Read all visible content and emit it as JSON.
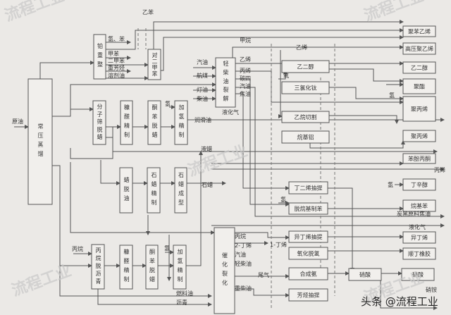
{
  "boxes": {
    "atmospheric_distillation": "常压蒸馏",
    "platforming": "铂重整",
    "paraxylene": "对二甲苯",
    "light_diesel_cracking": "轻柴油裂解",
    "molecular_sieve_dewaxing": "分子筛脱蜡",
    "furfural_refining_1": "糠醛精制",
    "ketone_benzene_dewaxing_1": "酮苯脱蜡",
    "hydrofinishing_1": "加氢精制",
    "wax_deoiling": "蜡脱油",
    "paraffin_refining": "石蜡精制",
    "paraffin_molding": "石蜡成型",
    "propane_deasphalting": "丙烷脱沥青",
    "furfural_refining_2": "糠醛精制",
    "ketone_benzene_dewaxing_2": "酮苯脱蜡",
    "hydrofinishing_2": "加氢精制",
    "catalytic_cracking": "催化裂化",
    "ethylene_glycol_mid": "乙二醇",
    "titanium_trichloride": "三氯化钛",
    "ethane_cutting": "乙烷切割",
    "alkyl_aluminum": "烷基铝",
    "butadiene_extraction": "丁二烯抽提",
    "dealkylation_benzene": "脱烷基制苯",
    "isobutylene_extraction": "异丁烯抽提",
    "oxidative_dehydrogenation": "氧化脱氢",
    "ammonia_synthesis": "合成氨",
    "aromatics_extraction": "芳烃抽提",
    "nitric_acid": "硝酸",
    "ammonium_nitrate_box": "硝酸",
    "polystyrene": "聚苯乙烯",
    "hdpe": "高压聚乙烯",
    "ethylene_glycol": "乙二醇",
    "polyester": "聚酯",
    "polypropylene": "聚丙烯",
    "polyacrylonitrile": "聚丙烯",
    "phenol_acetone": "苯酚丙酮",
    "butyl_octyl_alcohol": "丁辛醇",
    "alkylbenzene": "烷基苯",
    "isobutylene": "异丁烯",
    "cis_butadiene_rubber": "顺丁橡胶"
  },
  "labels": {
    "ethylbenzene": "乙苯",
    "hydrogen_benzene": "氢、苯",
    "toluene": "甲苯",
    "xylene": "二甲苯",
    "heavy_aromatics": "重芳烃",
    "solvent_oil": "溶剂油",
    "gasoline_1": "汽油",
    "jet_fuel": "航煤",
    "kerosene": "灯油",
    "diesel": "柴油",
    "methane": "甲烷",
    "ethylene_1": "乙烯",
    "propylene_1": "丙烯",
    "c4": "碳四",
    "gasoline_2": "汽油",
    "tar": "焦油",
    "lpg_1": "液化气",
    "ethylene_2": "乙烯",
    "oxygen": "氧",
    "hydrogen_1": "氢",
    "crude_oil": "原油",
    "hydrogen_2": "氢",
    "lube_oil": "润滑油",
    "liquid_wax": "液蜡",
    "paraffin": "石蜡",
    "propane_in": "丙烷",
    "hydrogen_3": "氢",
    "fuel_oil": "燃料油",
    "asphalt": "沥青",
    "propylene_2": "丙烯",
    "hydrogen_4": "氢",
    "hydrogen_5": "氢",
    "carbon_black_tar": "炭黑原料焦油",
    "lpg_2": "液化气",
    "propane_2": "丙烷",
    "butene_2": "2-丁烯",
    "gasoline_3": "汽油",
    "light_diesel": "轻柴油",
    "butene_1": "1-丁烯",
    "heavy_diesel": "重柴油",
    "tail_gas": "尾气",
    "ammonium_nitrate": "硝铵"
  },
  "watermark": {
    "text": "流程工业",
    "credit": "头条 @流程工业"
  }
}
